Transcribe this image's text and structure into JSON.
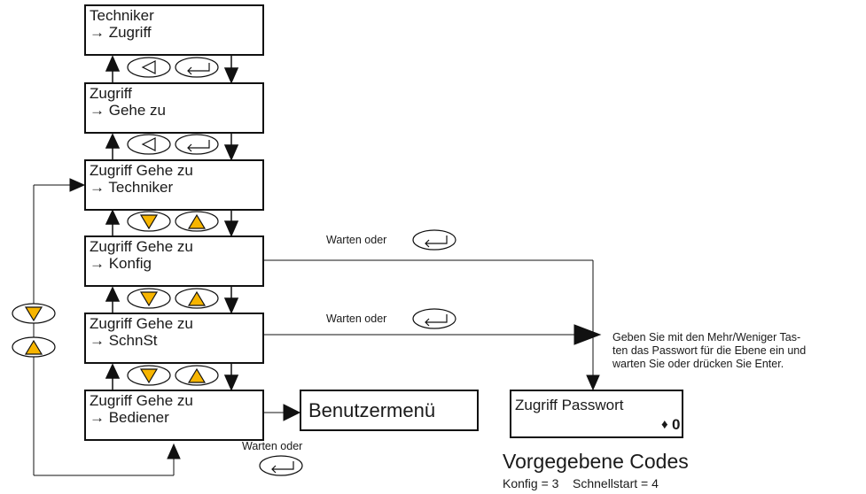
{
  "menu_boxes": [
    {
      "title": "Techniker",
      "sub": "→ Zugriff"
    },
    {
      "title": "Zugriff",
      "sub": "→ Gehe zu"
    },
    {
      "title": "Zugriff Gehe zu",
      "sub": "→ Techniker"
    },
    {
      "title": "Zugriff Gehe zu",
      "sub": "→ Konfig"
    },
    {
      "title": "Zugriff Gehe zu",
      "sub": "→ SchnSt"
    },
    {
      "title": "Zugriff Gehe zu",
      "sub": "→ Bediener"
    }
  ],
  "benutzermenu": "Benutzermenü",
  "wait_label": "Warten oder",
  "hint": "Geben Sie mit den Mehr/Weniger Tas-\nten das Passwort für die Ebene ein und\nwarten Sie oder drücken Sie Enter.",
  "password_box": {
    "title": "Zugriff Passwort",
    "value": "0",
    "arrows": "♦"
  },
  "codes": {
    "title": "Vorgegebene Codes",
    "line": "Konfig = 3    Schnellstart = 4"
  },
  "colors": {
    "button_fill": "#f7b500",
    "line": "#111111",
    "key_fill": "#ffffff"
  }
}
